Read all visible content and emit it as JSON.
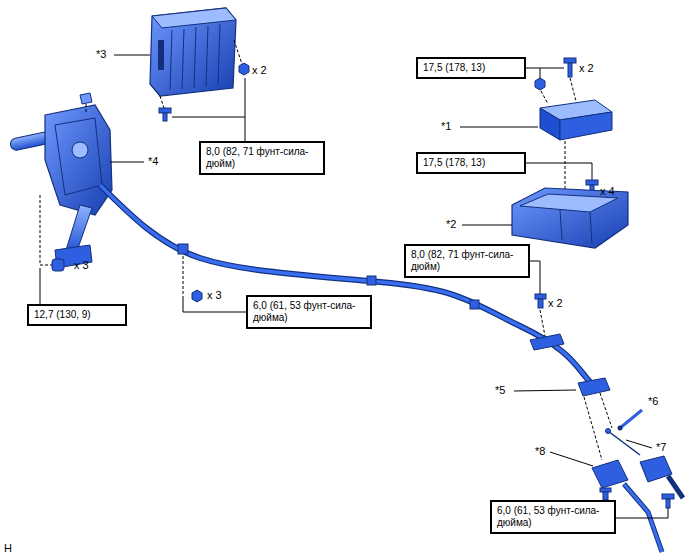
{
  "diagram": {
    "nodes": [
      {
        "text": [
          "17,5 (178, 13)"
        ]
      },
      {
        "text": [
          "8,0 (82, 71 фунт-сила- дюйм)"
        ]
      },
      {
        "text": [
          "17,5 (178, 13)"
        ]
      },
      {
        "text": [
          "8,0 (82, 71 фунт-сила- дюйм)"
        ]
      },
      {
        "text": [
          "6,0 (61, 53 фунт-сила- дюйма)"
        ]
      },
      {
        "text": [
          "12,7 (130, 9)"
        ]
      },
      {
        "text": [
          "6,0 (61, 53 фунт-сила- дюйма)"
        ]
      }
    ],
    "labels": [
      "*3",
      "x 2",
      "*1",
      "x 2",
      "*4",
      "x 4",
      "*2",
      "x 3",
      "x 3",
      "x 2",
      "*5",
      "*6",
      "*8",
      "*7",
      "H"
    ]
  }
}
